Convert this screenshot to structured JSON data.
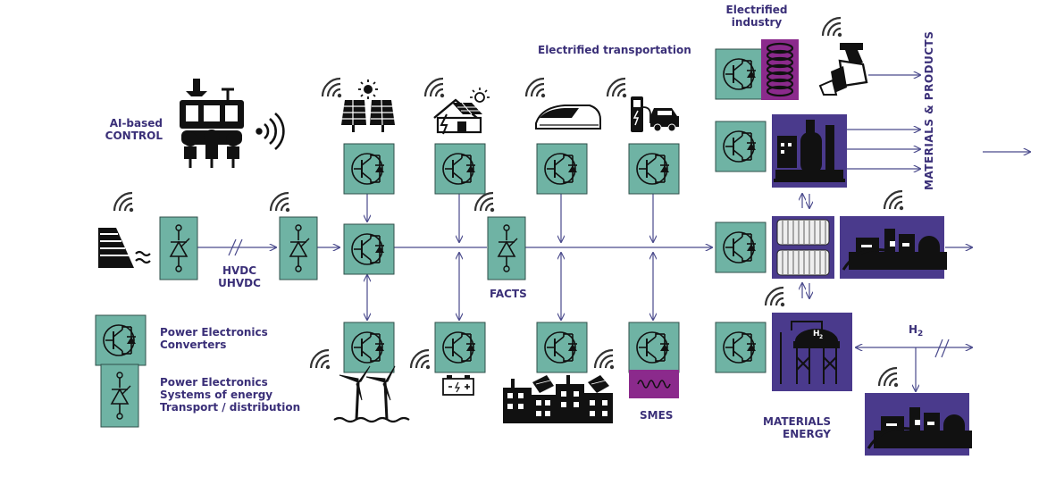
{
  "labels": {
    "ai_control_line1": "AI-based",
    "ai_control_line2": "CONTROL",
    "electrified_transportation": "Electrified transportation",
    "electrified_industry_line1": "Electrified",
    "electrified_industry_line2": "industry",
    "materials_products": "MATERIALS & PRODUCTS",
    "hvdc": "HVDC",
    "uhvdc": "UHVDC",
    "facts": "FACTS",
    "smes": "SMES",
    "h2_main": "H",
    "h2_sub": "2",
    "tank_h": "H",
    "tank_sub": "2",
    "materials_energy_line1": "MATERIALS",
    "materials_energy_line2": "ENERGY"
  },
  "legend": {
    "converters_line1": "Power Electronics",
    "converters_line2": "Converters",
    "systems_line1": "Power Electronics",
    "systems_line2": "Systems of energy",
    "systems_line3": "Transport / distribution"
  },
  "colors": {
    "converter_fill": "#6fb3a4",
    "purple_dark": "#4a3a8c",
    "purple_magenta": "#8b2a8c",
    "text": "#3a2f78",
    "line": "#4a4a8c",
    "icon": "#111111"
  },
  "icons": [
    "wifi-icon",
    "antenna-icon",
    "solar-panel-icon",
    "solar-roof-icon",
    "train-icon",
    "ev-charging-icon",
    "hydro-dam-icon",
    "wind-turbine-icon",
    "battery-icon",
    "city-solar-icon",
    "factory-icon",
    "robot-arm-icon",
    "coil-icon",
    "hydrogen-tank-icon",
    "power-plant-icon",
    "control-center-icon"
  ]
}
